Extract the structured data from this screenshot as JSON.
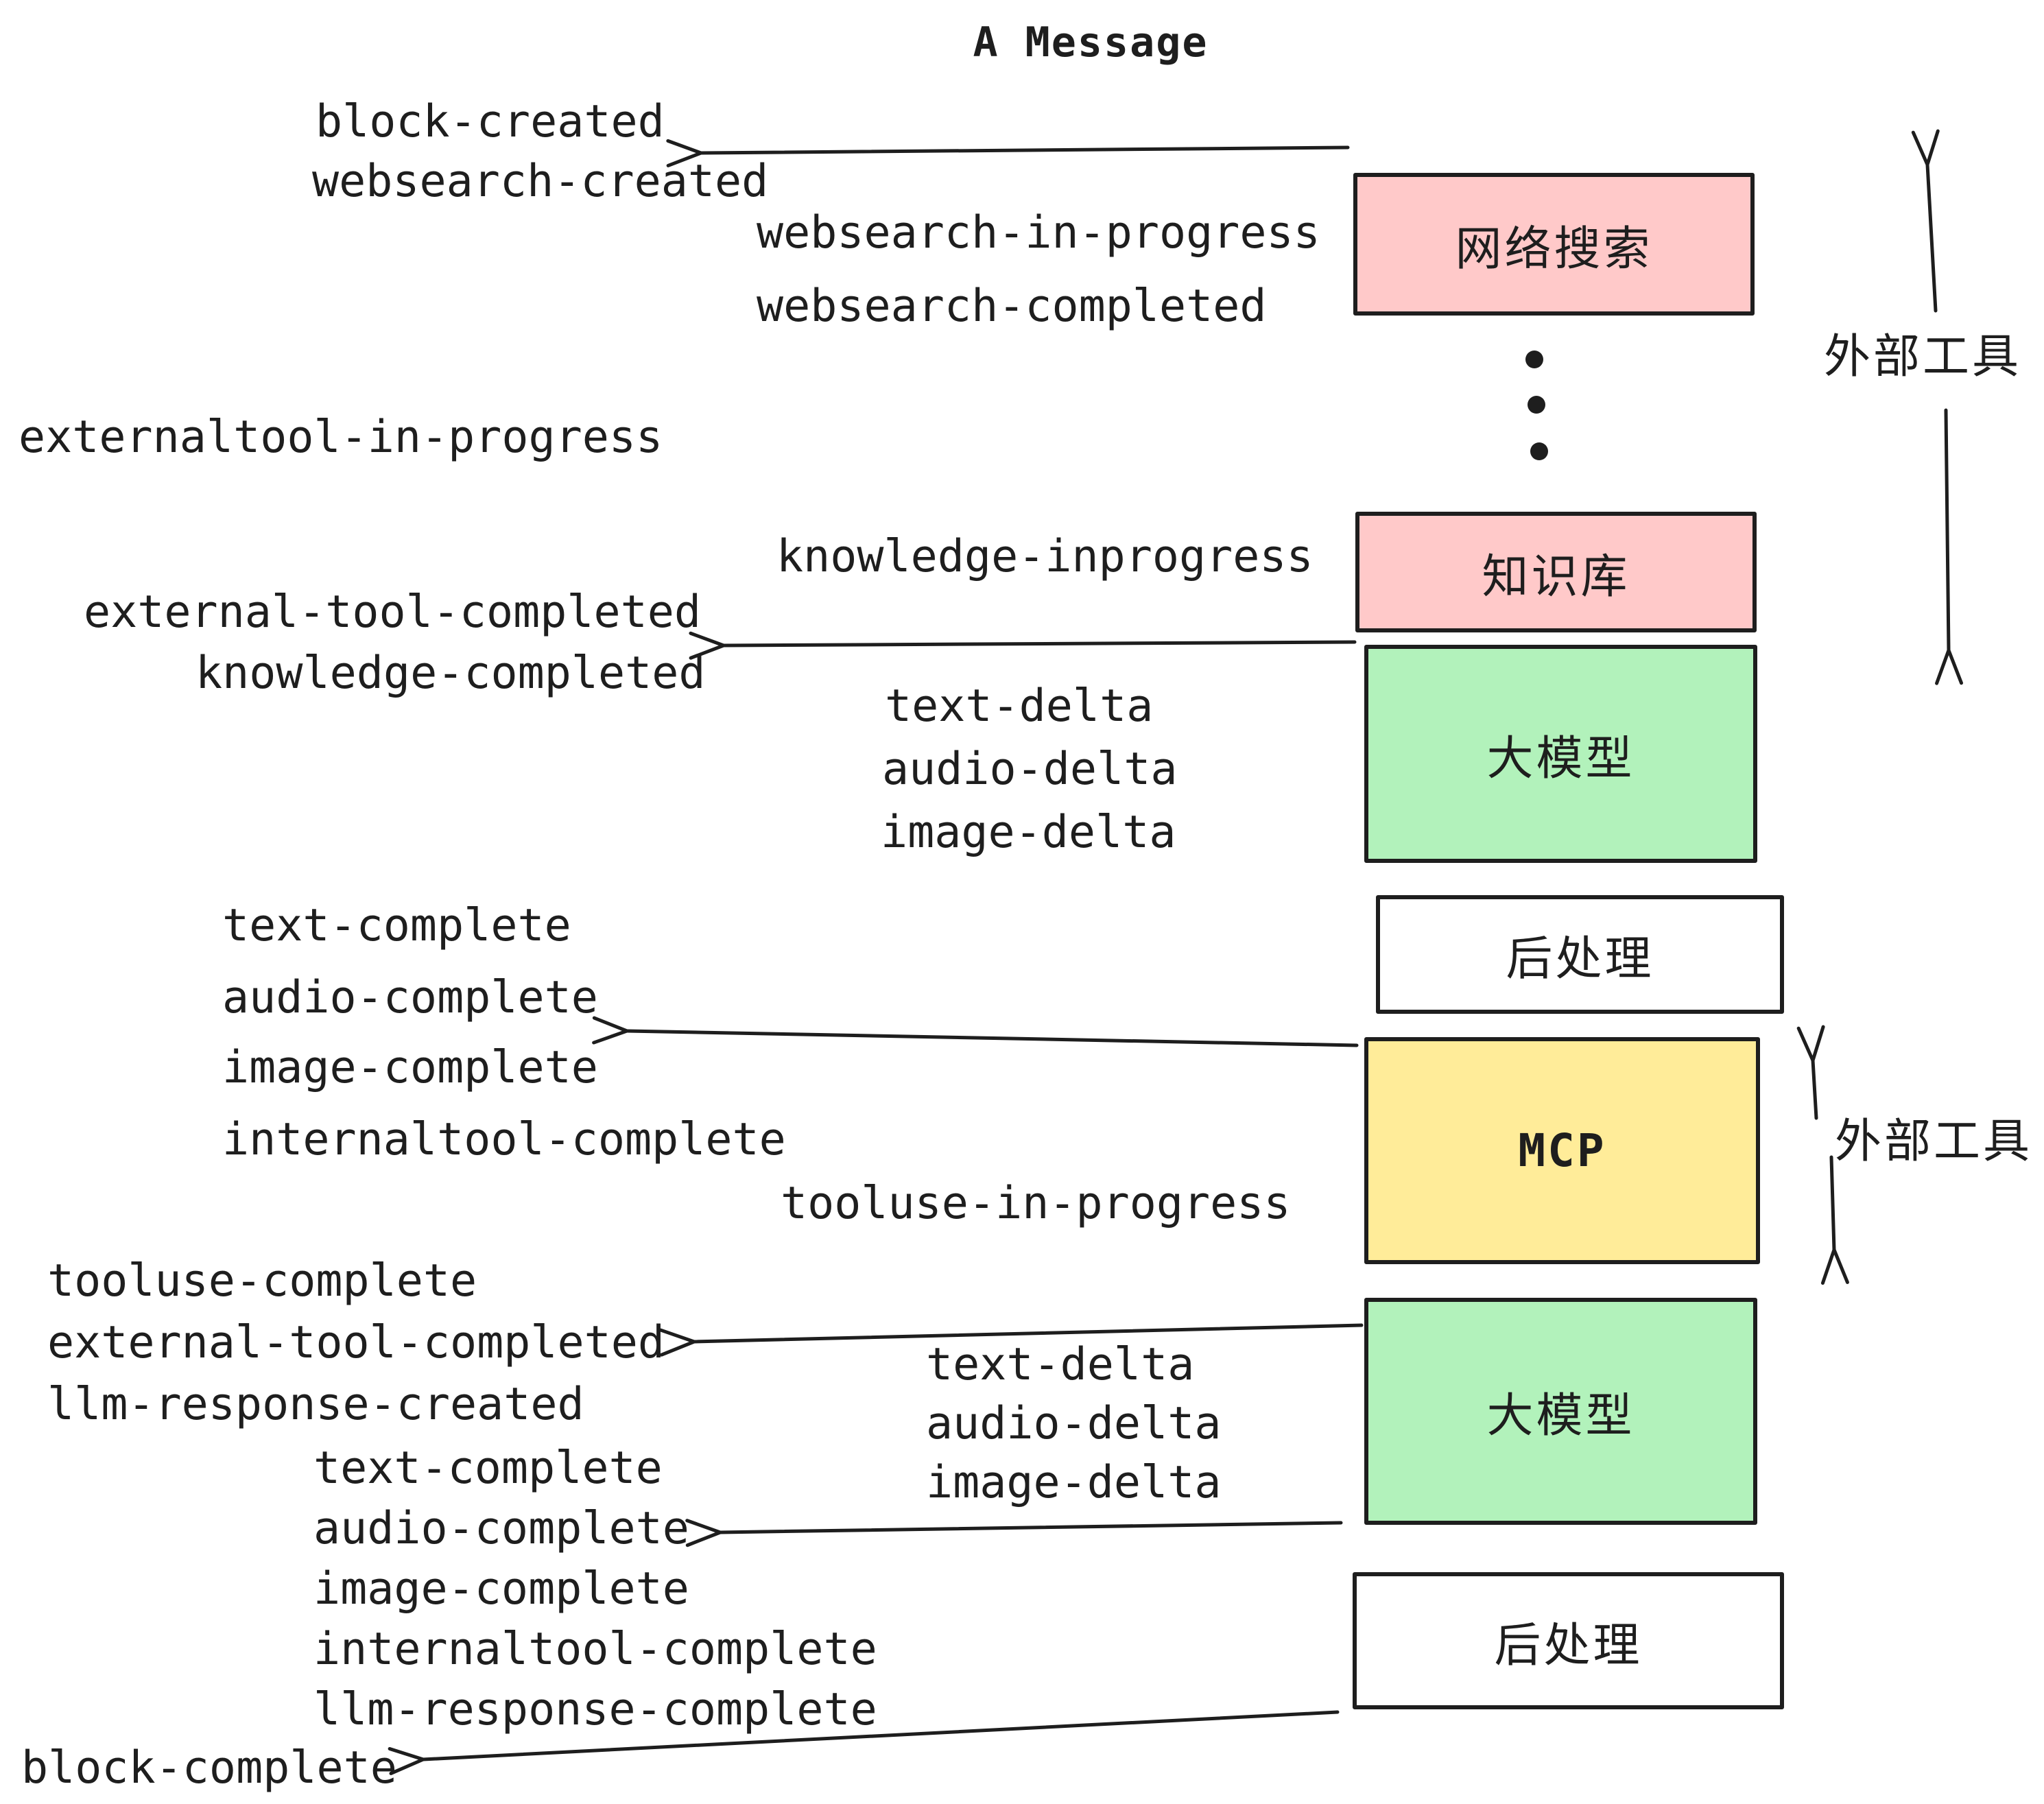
{
  "diagram": {
    "title": "A Message",
    "events": [
      "block-created",
      "websearch-created",
      "websearch-in-progress",
      "websearch-completed",
      "externaltool-in-progress",
      "knowledge-inprogress",
      "external-tool-completed",
      "knowledge-completed",
      "text-delta",
      "audio-delta",
      "image-delta",
      "text-complete",
      "audio-complete",
      "image-complete",
      "internaltool-complete",
      "tooluse-in-progress",
      "tooluse-complete",
      "external-tool-completed",
      "llm-response-created",
      "text-delta",
      "audio-delta",
      "image-delta",
      "text-complete",
      "audio-complete",
      "image-complete",
      "internaltool-complete",
      "llm-response-complete",
      "block-complete"
    ],
    "boxes": [
      {
        "id": "websearch",
        "label": "网络搜索",
        "color": "#ffc9c9"
      },
      {
        "id": "knowledge",
        "label": "知识库",
        "color": "#ffc9c9"
      },
      {
        "id": "llm-1",
        "label": "大模型",
        "color": "#b2f2bb"
      },
      {
        "id": "postprocess-1",
        "label": "后处理",
        "color": "#ffffff"
      },
      {
        "id": "mcp",
        "label": "MCP",
        "color": "#ffec99"
      },
      {
        "id": "llm-2",
        "label": "大模型",
        "color": "#b2f2bb"
      },
      {
        "id": "postprocess-2",
        "label": "后处理",
        "color": "#ffffff"
      }
    ],
    "side_labels": [
      {
        "label": "外部工具"
      },
      {
        "label": "外部工具"
      }
    ],
    "colors": {
      "stroke": "#1e1e1e",
      "background": "#ffffff",
      "pink": "#ffc9c9",
      "green": "#b2f2bb",
      "yellow": "#ffec99"
    }
  }
}
